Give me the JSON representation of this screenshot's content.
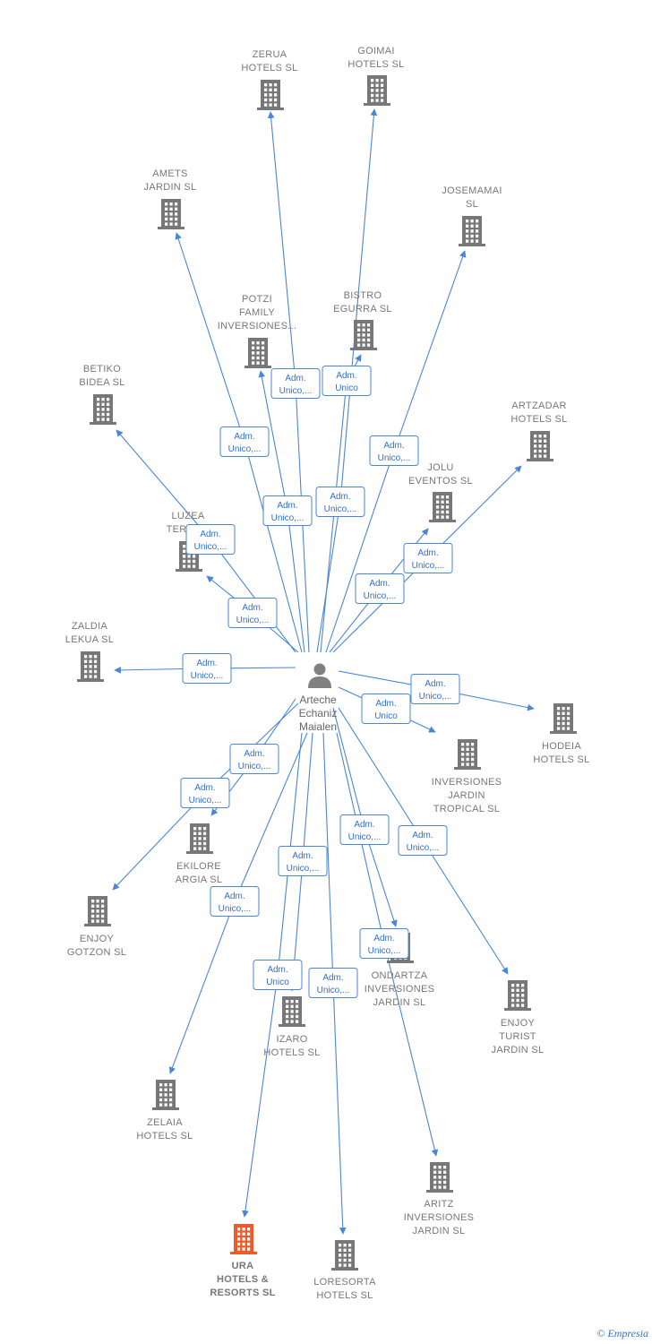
{
  "colors": {
    "edge": "#4a86d8",
    "company": "#777777",
    "highlight": "#f05a2a",
    "person": "#808080"
  },
  "person": {
    "name_lines": [
      "Arteche",
      "Echaniz",
      "Maialen"
    ],
    "icon": "person-icon"
  },
  "companies": [
    {
      "id": "zerua",
      "lines": [
        "ZERUA",
        "HOTELS  SL"
      ],
      "highlight": false
    },
    {
      "id": "goimai",
      "lines": [
        "GOIMAI",
        "HOTELS  SL"
      ],
      "highlight": false
    },
    {
      "id": "amets",
      "lines": [
        "AMETS",
        "JARDIN  SL"
      ],
      "highlight": false
    },
    {
      "id": "josemamai",
      "lines": [
        "JOSEMAMAI",
        "SL"
      ],
      "highlight": false
    },
    {
      "id": "potzi",
      "lines": [
        "POTZI",
        "FAMILY",
        "INVERSIONES..."
      ],
      "highlight": false
    },
    {
      "id": "bistro",
      "lines": [
        "BISTRO",
        "EGURRA  SL"
      ],
      "highlight": false
    },
    {
      "id": "betiko",
      "lines": [
        "BETIKO",
        "BIDEA  SL"
      ],
      "highlight": false
    },
    {
      "id": "artzadar",
      "lines": [
        "ARTZADAR",
        "HOTELS  SL"
      ],
      "highlight": false
    },
    {
      "id": "jolu",
      "lines": [
        "JOLU",
        "EVENTOS  SL"
      ],
      "highlight": false
    },
    {
      "id": "luzea",
      "lines": [
        "LUZEA",
        "TERRE..."
      ],
      "highlight": false
    },
    {
      "id": "zaldia",
      "lines": [
        "ZALDIA",
        "LEKUA  SL"
      ],
      "highlight": false
    },
    {
      "id": "hodeia",
      "lines": [
        "HODEIA",
        "HOTELS  SL"
      ],
      "highlight": false
    },
    {
      "id": "inv_jardin_tropical",
      "lines": [
        "INVERSIONES",
        "JARDIN",
        "TROPICAL SL"
      ],
      "highlight": false
    },
    {
      "id": "ekilore",
      "lines": [
        "EKILORE",
        "ARGIA  SL"
      ],
      "highlight": false
    },
    {
      "id": "enjoy_gotzon",
      "lines": [
        "ENJOY",
        "GOTZON  SL"
      ],
      "highlight": false
    },
    {
      "id": "ondartza",
      "lines": [
        "ONDARTZA",
        "INVERSIONES",
        "JARDIN  SL"
      ],
      "highlight": false
    },
    {
      "id": "enjoy_turist",
      "lines": [
        "ENJOY",
        "TURIST",
        "JARDIN  SL"
      ],
      "highlight": false
    },
    {
      "id": "izaro",
      "lines": [
        "IZARO",
        "HOTELS  SL"
      ],
      "highlight": false
    },
    {
      "id": "zelaia",
      "lines": [
        "ZELAIA",
        "HOTELS  SL"
      ],
      "highlight": false
    },
    {
      "id": "aritz",
      "lines": [
        "ARITZ",
        "INVERSIONES",
        "JARDIN  SL"
      ],
      "highlight": false
    },
    {
      "id": "ura",
      "lines": [
        "URA",
        "HOTELS &",
        "RESORTS  SL"
      ],
      "highlight": true
    },
    {
      "id": "loresorta",
      "lines": [
        "LORESORTA",
        "HOTELS  SL"
      ],
      "highlight": false
    }
  ],
  "relations": [
    {
      "to": "zerua",
      "lines": [
        "Adm.",
        "Unico,..."
      ]
    },
    {
      "to": "goimai",
      "lines": [
        "Adm.",
        "Unico,..."
      ]
    },
    {
      "to": "amets",
      "lines": [
        "Adm.",
        "Unico,..."
      ]
    },
    {
      "to": "josemamai",
      "lines": [
        "Adm.",
        "Unico,..."
      ]
    },
    {
      "to": "potzi",
      "lines": [
        "Adm.",
        "Unico,..."
      ]
    },
    {
      "to": "bistro",
      "lines": [
        "Adm.",
        "Unico"
      ]
    },
    {
      "to": "betiko",
      "lines": [
        "Adm.",
        "Unico,..."
      ]
    },
    {
      "to": "artzadar",
      "lines": [
        "Adm.",
        "Unico,..."
      ]
    },
    {
      "to": "jolu",
      "lines": [
        "Adm.",
        "Unico,..."
      ]
    },
    {
      "to": "luzea",
      "lines": [
        "Adm.",
        "Unico,..."
      ]
    },
    {
      "to": "zaldia",
      "lines": [
        "Adm.",
        "Unico,..."
      ]
    },
    {
      "to": "hodeia",
      "lines": [
        "Adm.",
        "Unico,..."
      ]
    },
    {
      "to": "inv_jardin_tropical",
      "lines": [
        "Adm.",
        "Unico"
      ]
    },
    {
      "to": "ekilore",
      "lines": [
        "Adm.",
        "Unico,..."
      ]
    },
    {
      "to": "enjoy_gotzon",
      "lines": [
        "Adm.",
        "Unico,..."
      ]
    },
    {
      "to": "ondartza",
      "lines": [
        "Adm.",
        "Unico,..."
      ]
    },
    {
      "to": "enjoy_turist",
      "lines": [
        "Adm.",
        "Unico,..."
      ]
    },
    {
      "to": "izaro",
      "lines": [
        "Adm.",
        "Unico,..."
      ]
    },
    {
      "to": "zelaia",
      "lines": [
        "Adm.",
        "Unico,..."
      ]
    },
    {
      "to": "aritz",
      "lines": [
        "Adm.",
        "Unico,..."
      ]
    },
    {
      "to": "ura",
      "lines": [
        "Adm.",
        "Unico"
      ]
    },
    {
      "to": "loresorta",
      "lines": [
        "Adm.",
        "Unico,..."
      ]
    }
  ],
  "watermark": {
    "symbol": "©",
    "brand": "Empresia"
  }
}
